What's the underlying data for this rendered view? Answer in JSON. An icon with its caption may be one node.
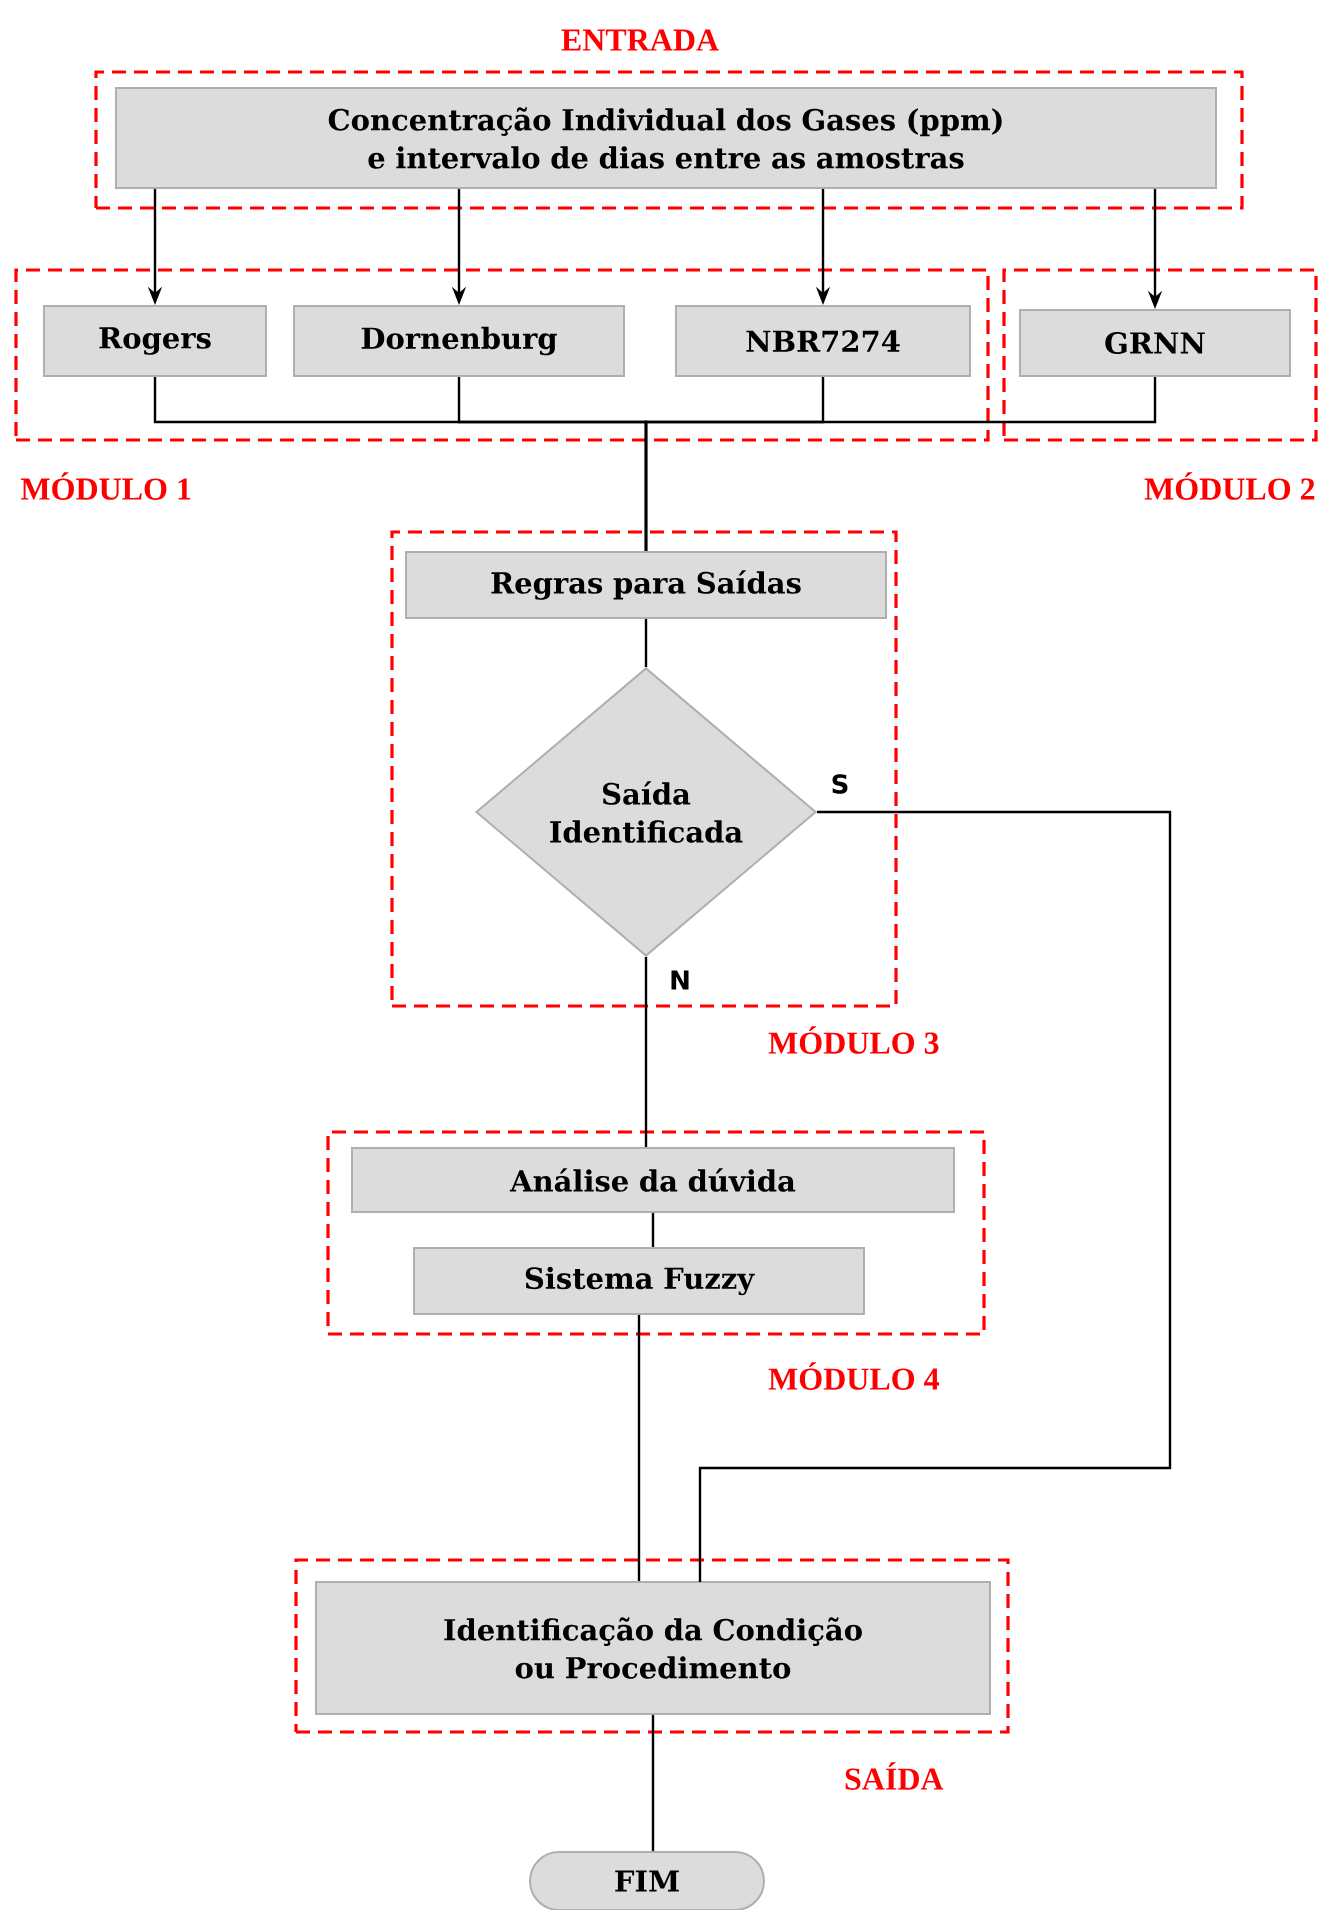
{
  "diagram": {
    "nodes": [
      {
        "text": [
          "ENTRADA"
        ]
      },
      {
        "text": [
          "Concentração Individual dos Gases (ppm) e intervalo de dias entre as amostras"
        ],
        "in": 0
      },
      {
        "text": [
          "MÓDULO 1"
        ]
      },
      {
        "text": [
          "Rogers"
        ],
        "in": 2
      },
      {
        "text": [
          "Dornenburg"
        ],
        "in": 2
      },
      {
        "text": [
          "NBR7274"
        ],
        "in": 2
      },
      {
        "text": [
          "MÓDULO 2"
        ]
      },
      {
        "text": [
          "GRNN"
        ],
        "in": 6
      },
      {
        "text": [
          "MÓDULO 3"
        ]
      },
      {
        "text": [
          "Regras para Saídas"
        ],
        "in": 8
      },
      {
        "text": [
          "Saída Identificada"
        ],
        "in": 8
      },
      {
        "text": [
          "MÓDULO 4"
        ]
      },
      {
        "text": [
          "Análise da dúvida"
        ],
        "in": 11
      },
      {
        "text": [
          "Sistema Fuzzy"
        ],
        "in": 11
      },
      {
        "text": [
          "SAÍDA"
        ]
      },
      {
        "text": [
          "Identificação da Condição ou Procedimento"
        ],
        "in": 14
      },
      {
        "text": [
          "FIM"
        ]
      }
    ],
    "edges": [
      {
        "from": 1,
        "to": 3,
        "arrow": "to"
      },
      {
        "from": 1,
        "to": 4,
        "arrow": "to"
      },
      {
        "from": 1,
        "to": 5,
        "arrow": "to"
      },
      {
        "from": 1,
        "to": 7,
        "arrow": "to"
      },
      {
        "from": 3,
        "to": 9,
        "arrow": "none"
      },
      {
        "from": 4,
        "to": 9,
        "arrow": "none"
      },
      {
        "from": 5,
        "to": 9,
        "arrow": "none"
      },
      {
        "from": 7,
        "to": 9,
        "arrow": "none"
      },
      {
        "from": 9,
        "to": 10,
        "arrow": "none"
      },
      {
        "from": 10,
        "to": 15,
        "arrow": "none",
        "label": "S"
      },
      {
        "from": 10,
        "to": 12,
        "arrow": "none",
        "label": "N"
      },
      {
        "from": 12,
        "to": 13,
        "arrow": "none"
      },
      {
        "from": 13,
        "to": 15,
        "arrow": "none"
      },
      {
        "from": 15,
        "to": 16,
        "arrow": "none"
      }
    ]
  }
}
